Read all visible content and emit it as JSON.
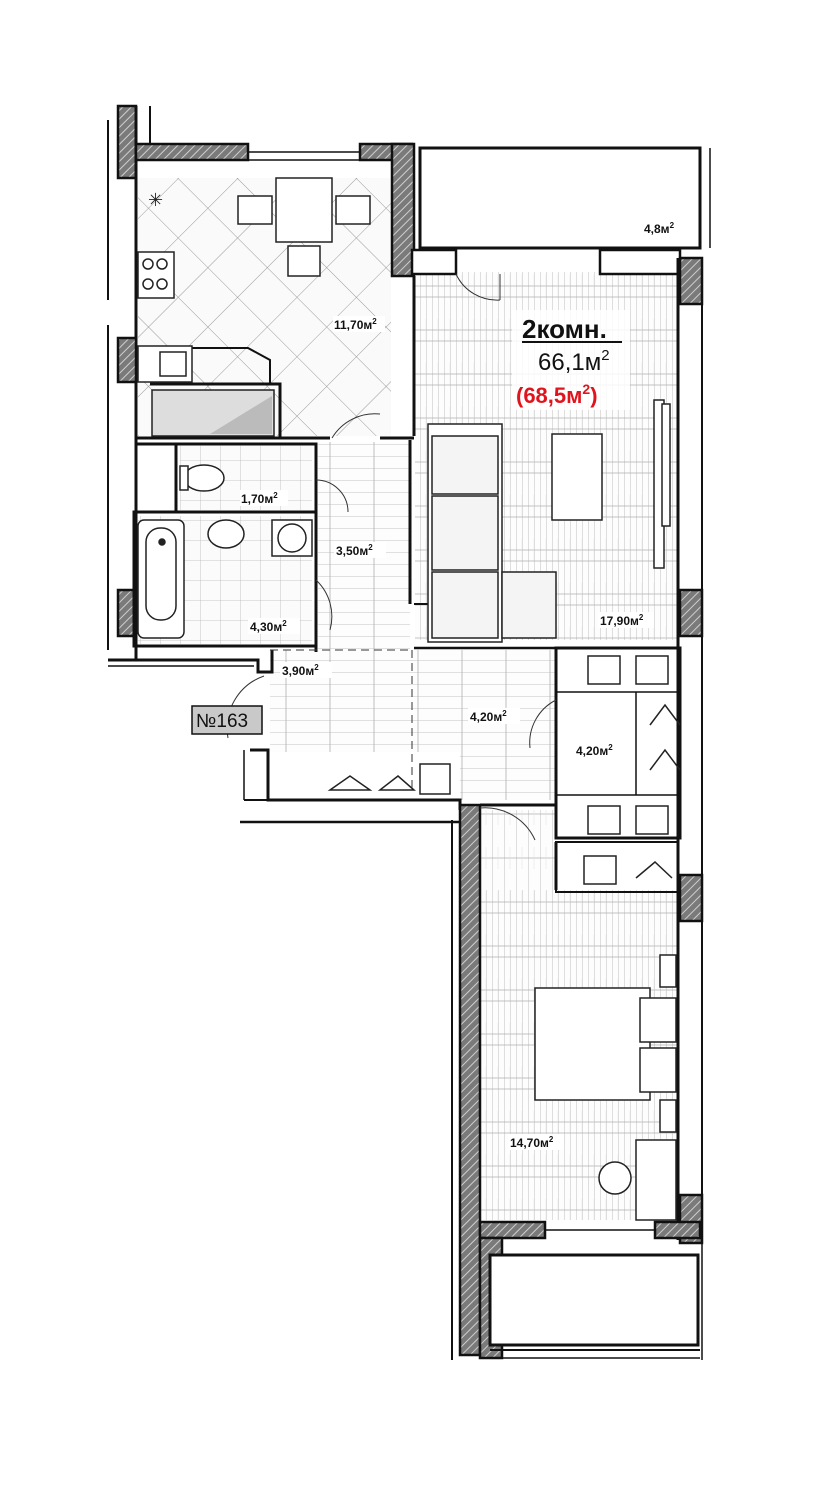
{
  "apartment": {
    "rooms_label": "2комн.",
    "living_area": "66,1м",
    "total_area": "(68,5м",
    "total_area_suffix": ")",
    "sup": "2",
    "unit_number": "№163",
    "accent_color": "#e0141c"
  },
  "rooms": {
    "kitchen": "11,70м",
    "balcony_top": "4,8м",
    "living_room": "17,90м",
    "toilet": "1,70м",
    "bathroom": "4,30м",
    "corridor": "3,50м",
    "entry": "3,90м",
    "hall": "4,20м",
    "wardrobe": "4,20м",
    "bedroom": "14,70м"
  }
}
